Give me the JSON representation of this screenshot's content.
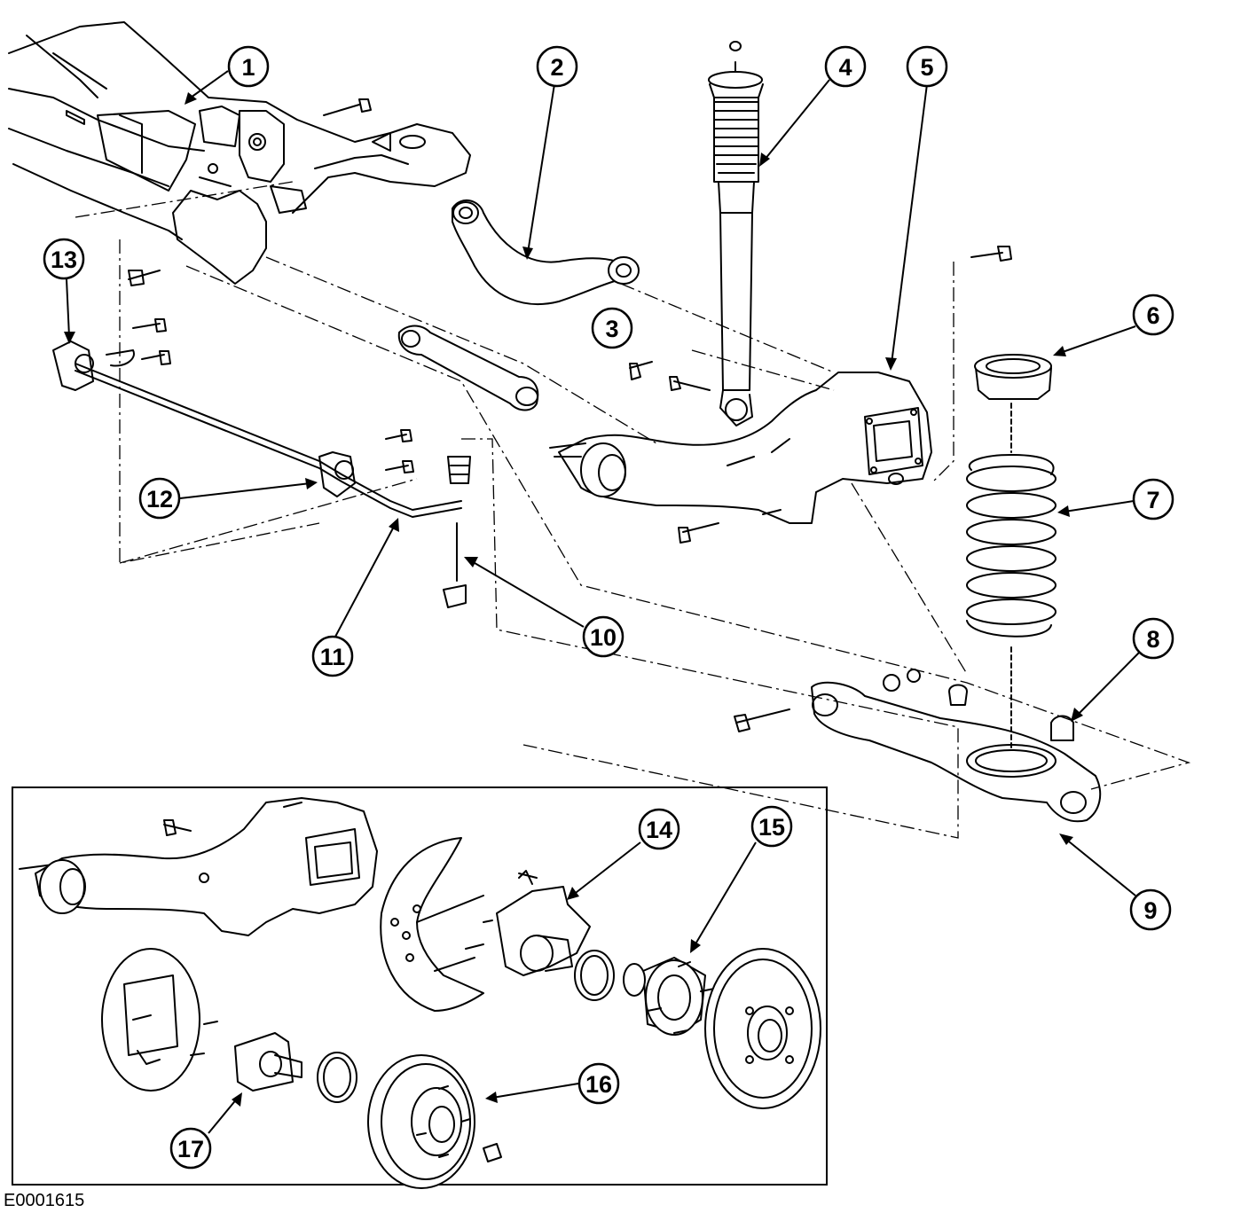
{
  "figure_code": "E0001615",
  "callouts": [
    "1",
    "2",
    "3",
    "4",
    "5",
    "6",
    "7",
    "8",
    "9",
    "10",
    "11",
    "12",
    "13",
    "14",
    "15",
    "16",
    "17"
  ],
  "icons": {
    "part-1": "rear-subframe-icon",
    "part-2": "upper-control-arm-icon",
    "part-3": "toe-link-icon",
    "part-4": "shock-absorber-icon",
    "part-5": "knuckle-icon",
    "part-6": "spring-seat-icon",
    "part-7": "coil-spring-icon",
    "part-8": "bump-stop-icon",
    "part-9": "lower-control-arm-icon",
    "part-10": "stabilizer-link-icon",
    "part-11": "stabilizer-bar-icon",
    "part-12": "stabilizer-bushing-icon",
    "part-13": "stabilizer-bracket-icon",
    "part-14": "brake-splash-shield-icon",
    "part-15": "wheel-hub-icon",
    "part-16": "brake-drum-icon",
    "part-17": "wheel-spindle-icon"
  }
}
